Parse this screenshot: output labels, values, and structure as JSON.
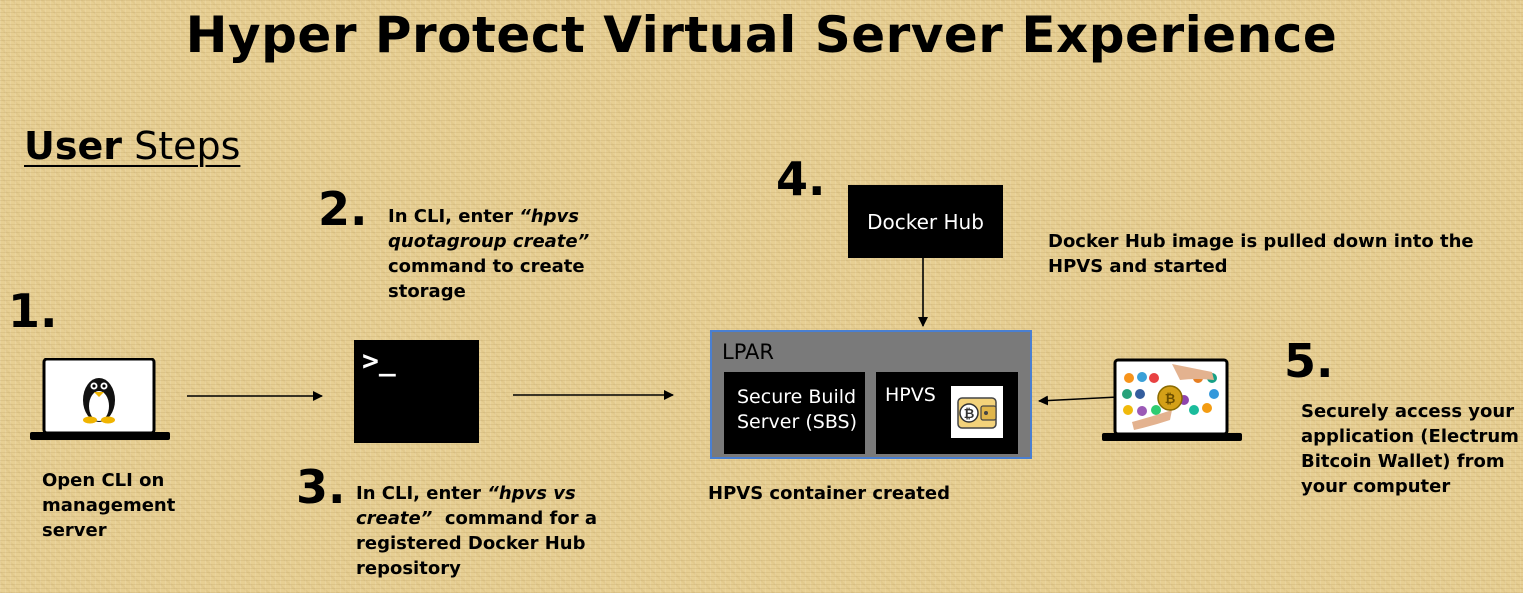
{
  "title": "Hyper Protect Virtual Server Experience",
  "user_steps": {
    "bold": "User",
    "rest": " Steps"
  },
  "steps": {
    "s1": {
      "number": "1.",
      "text": "Open CLI on management server"
    },
    "s2": {
      "number": "2.",
      "line1": "In CLI, enter ",
      "cmd1": "“hpvs",
      "cmd2": "quotagroup create”",
      "line3": "command to create",
      "line4": "storage"
    },
    "s3": {
      "number": "3.",
      "line1": "In CLI, enter ",
      "cmd1": "“hpvs vs",
      "cmd2": "create”",
      "line2rest": "  command for a",
      "line3": "registered Docker Hub",
      "line4": "repository"
    },
    "s4": {
      "number": "4.",
      "text": "Docker Hub image is pulled down into the HPVS and started"
    },
    "s5": {
      "number": "5.",
      "text": "Securely access your application (Electrum Bitcoin Wallet) from your computer"
    }
  },
  "terminal": {
    "prompt": ">_"
  },
  "docker_hub": {
    "label": "Docker Hub"
  },
  "lpar": {
    "label": "LPAR",
    "sbs_label": "Secure Build Server (SBS)",
    "hpvs_label": "HPVS",
    "caption": "HPVS container created"
  },
  "colors": {
    "background": "#e7cf93",
    "lpar_fill": "#7a7a7a",
    "lpar_border": "#4a7fd0",
    "box": "#000000"
  },
  "icons": [
    "laptop-linux-icon",
    "terminal-icon",
    "bitcoin-wallet-icon",
    "laptop-crypto-icon"
  ]
}
